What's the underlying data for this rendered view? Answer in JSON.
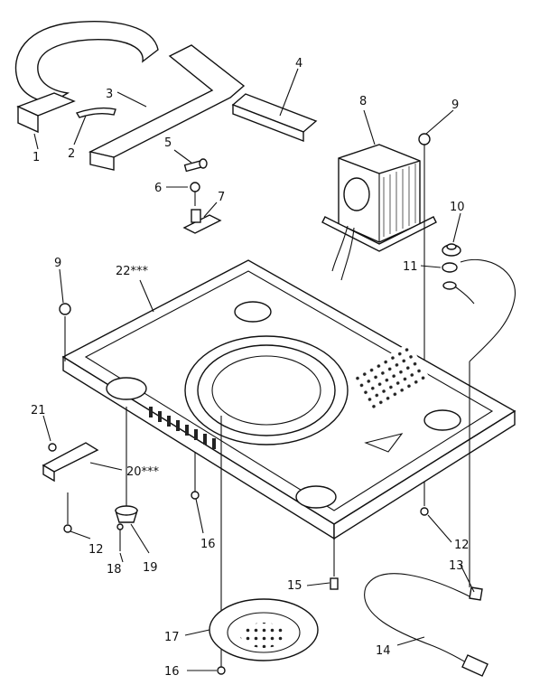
{
  "callouts": {
    "c1": "1",
    "c2": "2",
    "c3": "3",
    "c4": "4",
    "c5": "5",
    "c6": "6",
    "c7": "7",
    "c8": "8",
    "c9a": "9",
    "c9b": "9",
    "c10": "10",
    "c11": "11",
    "c12a": "12",
    "c12b": "12",
    "c13": "13",
    "c14": "14",
    "c15": "15",
    "c16a": "16",
    "c16b": "16",
    "c17": "17",
    "c18": "18",
    "c19": "19",
    "c20": "20***",
    "c21": "21",
    "c22": "22***"
  }
}
